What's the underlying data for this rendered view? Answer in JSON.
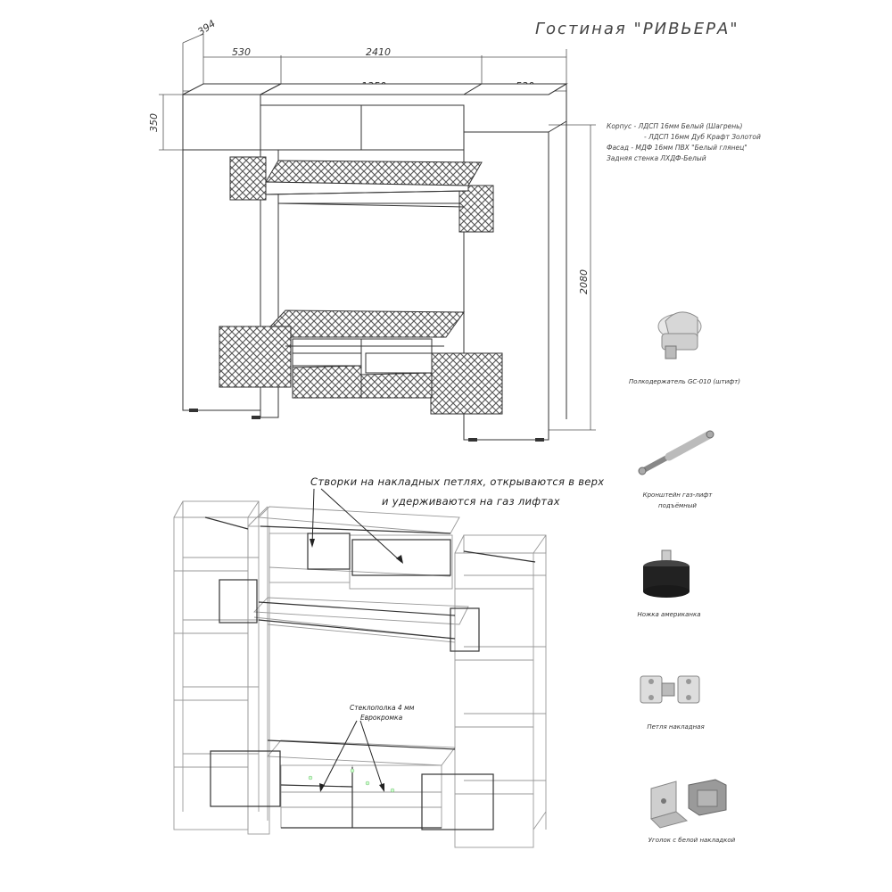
{
  "title": "Гостиная \"РИВЬЕРА\"",
  "dimensions": {
    "depth": "394",
    "total_width": "2410",
    "side_width_left": "530",
    "center_width": "1350",
    "side_width_right": "530",
    "top_height": "350",
    "total_height": "2080"
  },
  "specs": [
    "Корпус - ЛДСП 16мм Белый (Шагрень)",
    "- ЛДСП 16мм Дуб Крафт Золотой",
    "Фасад - МДФ 16мм ПВХ \"Белый глянец\"",
    "Задняя стенка ЛХДФ-Белый"
  ],
  "annotations": {
    "flaps_line1": "Створки на накладных петлях, открываются в верх",
    "flaps_line2": "и удерживаются на газ лифтах",
    "glass_line1": "Стеклополка 4 мм",
    "glass_line2": "Еврокромка"
  },
  "accessories": [
    {
      "icon": "shelf-holder-icon",
      "caption": "Полкодержатель GC-010 (штифт)"
    },
    {
      "icon": "gas-lift-icon",
      "caption": "Кронштейн газ-лифт подъёмный"
    },
    {
      "icon": "furniture-leg-icon",
      "caption": "Ножка американка"
    },
    {
      "icon": "hinge-icon",
      "caption": "Петля накладная"
    },
    {
      "icon": "corner-bracket-icon",
      "caption": "Уголок с белой накладкой"
    }
  ],
  "colors": {
    "line": "#333333",
    "lattice": "#555555",
    "light_line": "#aaaaaa"
  }
}
